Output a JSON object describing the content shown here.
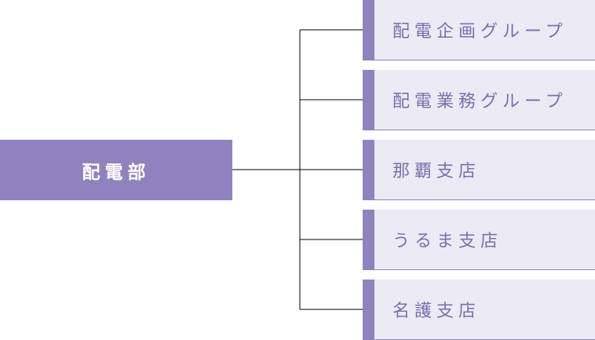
{
  "root": {
    "label": "配電部"
  },
  "children": [
    {
      "label": "配電企画グループ"
    },
    {
      "label": "配電業務グループ"
    },
    {
      "label": "那覇支店"
    },
    {
      "label": "うるま支店"
    },
    {
      "label": "名護支店"
    }
  ],
  "colors": {
    "primary": "#9083bd",
    "child_background": "#ecebf5",
    "child_text": "#7c6fae",
    "connector": "#000000"
  }
}
